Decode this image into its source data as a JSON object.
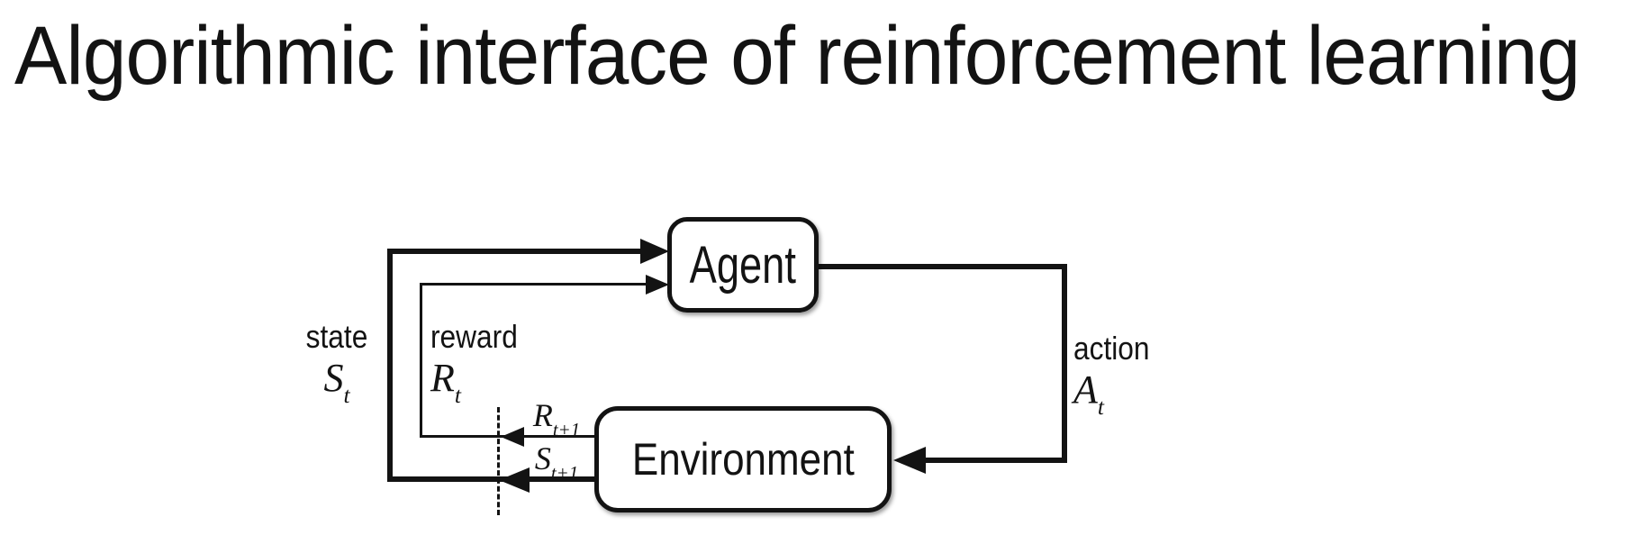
{
  "title": "Algorithmic interface of reinforcement learning",
  "colors": {
    "ink": "#131313",
    "background": "#ffffff",
    "box_fill": "#ffffff"
  },
  "nodes": {
    "agent": "Agent",
    "environment": "Environment"
  },
  "labels": {
    "state": {
      "word": "state",
      "symbol": "S",
      "sub": "t"
    },
    "reward": {
      "word": "reward",
      "symbol": "R",
      "sub": "t"
    },
    "action": {
      "word": "action",
      "symbol": "A",
      "sub": "t"
    },
    "next_reward": {
      "symbol": "R",
      "sub": "t+1"
    },
    "next_state": {
      "symbol": "S",
      "sub": "t+1"
    }
  },
  "diagram": {
    "type": "feedback-loop",
    "edges": [
      {
        "from": "environment",
        "to": "agent",
        "label": "state S_t / S_t+1"
      },
      {
        "from": "environment",
        "to": "agent",
        "label": "reward R_t / R_t+1"
      },
      {
        "from": "agent",
        "to": "environment",
        "label": "action A_t"
      }
    ],
    "boundary": "dashed time-step boundary between t and t+1"
  }
}
